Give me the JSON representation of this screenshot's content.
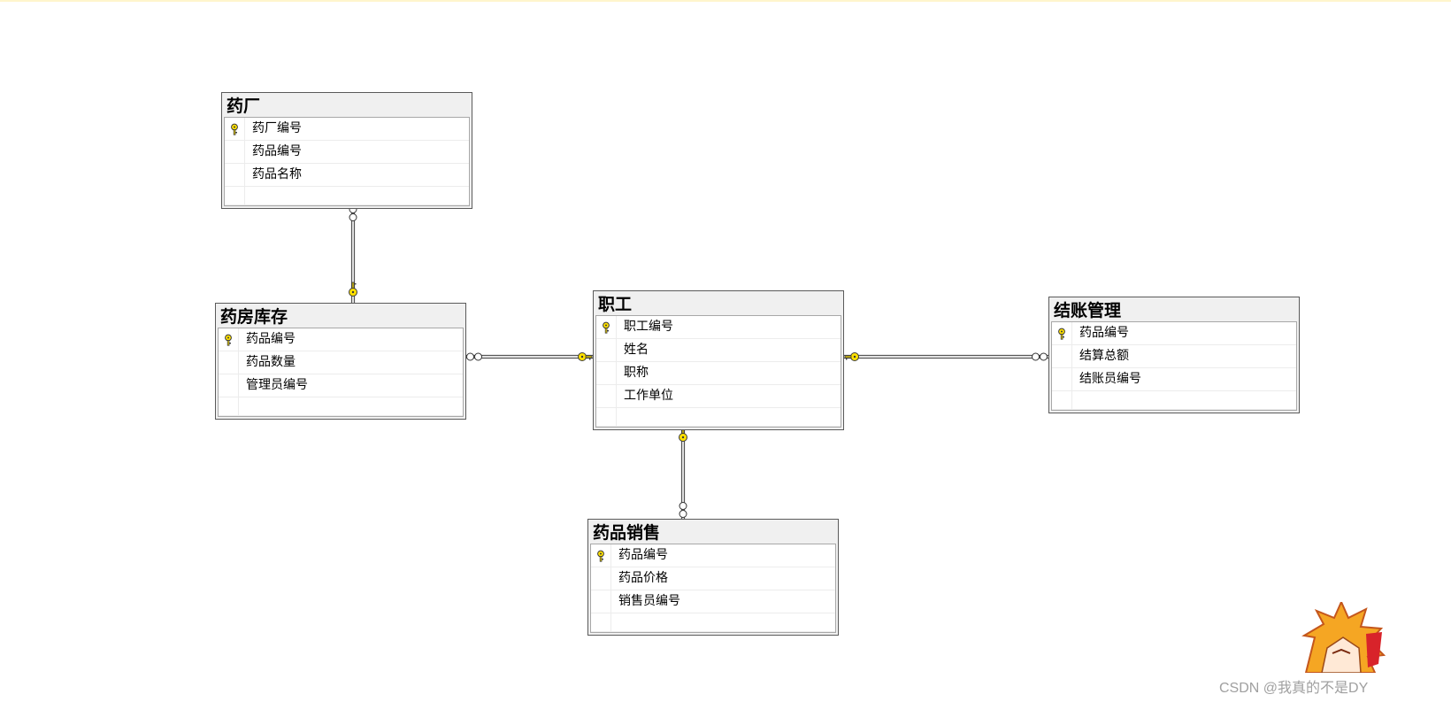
{
  "tables": [
    {
      "id": "factory",
      "title": "药厂",
      "columns": [
        {
          "name": "药厂编号",
          "key": true
        },
        {
          "name": "药品编号",
          "key": false
        },
        {
          "name": "药品名称",
          "key": false
        }
      ]
    },
    {
      "id": "inventory",
      "title": "药房库存",
      "columns": [
        {
          "name": "药品编号",
          "key": true
        },
        {
          "name": "药品数量",
          "key": false
        },
        {
          "name": "管理员编号",
          "key": false
        }
      ]
    },
    {
      "id": "staff",
      "title": "职工",
      "columns": [
        {
          "name": "职工编号",
          "key": true
        },
        {
          "name": "姓名",
          "key": false
        },
        {
          "name": "职称",
          "key": false
        },
        {
          "name": "工作单位",
          "key": false
        }
      ]
    },
    {
      "id": "billing",
      "title": "结账管理",
      "columns": [
        {
          "name": "药品编号",
          "key": true
        },
        {
          "name": "结算总额",
          "key": false
        },
        {
          "name": "结账员编号",
          "key": false
        }
      ]
    },
    {
      "id": "sales",
      "title": "药品销售",
      "columns": [
        {
          "name": "药品编号",
          "key": true
        },
        {
          "name": "药品价格",
          "key": false
        },
        {
          "name": "销售员编号",
          "key": false
        }
      ]
    }
  ],
  "relationships": [
    {
      "from": "factory",
      "to": "inventory",
      "from_end": "many",
      "to_end": "one"
    },
    {
      "from": "inventory",
      "to": "staff",
      "from_end": "many",
      "to_end": "one"
    },
    {
      "from": "billing",
      "to": "staff",
      "from_end": "many",
      "to_end": "one"
    },
    {
      "from": "sales",
      "to": "staff",
      "from_end": "many",
      "to_end": "one"
    }
  ],
  "icons": {
    "primary_key": "key-icon",
    "one_end": "key-icon",
    "many_end": "infinity-icon"
  },
  "colors": {
    "key_fill": "#ffe100",
    "key_stroke": "#3a3a3a",
    "title_bg": "#f0f0f0",
    "border": "#5a5a5a"
  },
  "watermark": {
    "text": "CSDN @我真的不是DY"
  }
}
